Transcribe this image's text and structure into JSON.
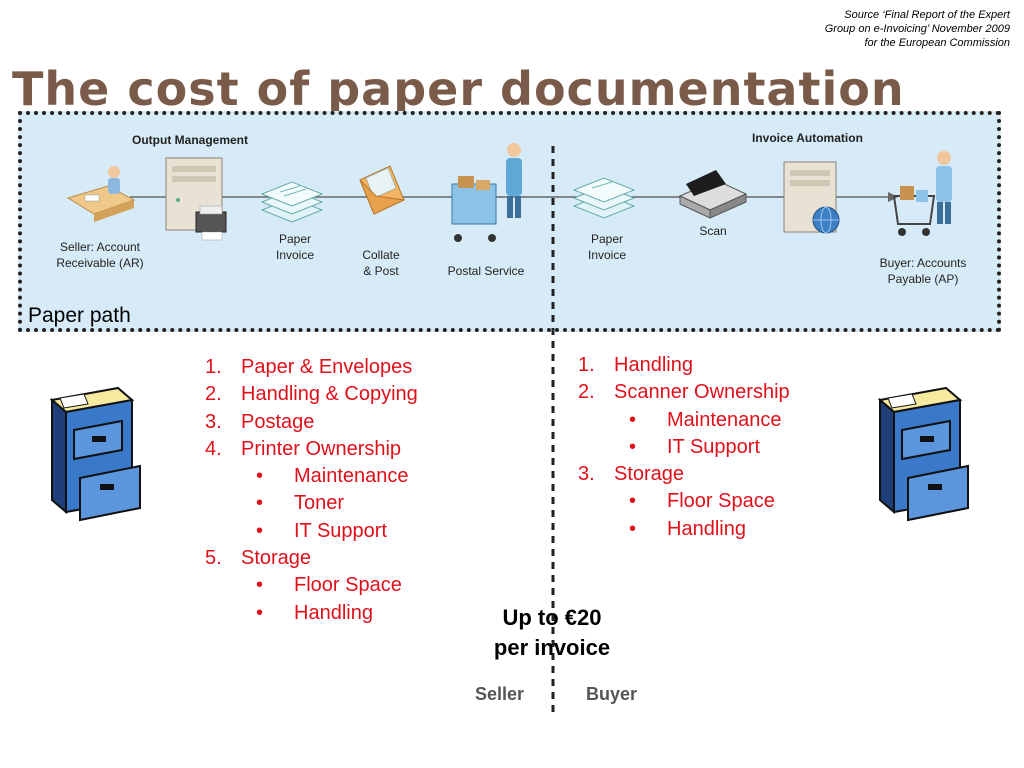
{
  "source": {
    "line1": "Source ‘Final Report of the Expert",
    "line2": "Group on e-Invoicing’ November 2009",
    "line3": "for the European Commission"
  },
  "title": "The cost of paper documentation",
  "diagram": {
    "left_header": "Output Management",
    "right_header": "Invoice Automation",
    "seller": {
      "line1": "Seller: Account",
      "line2": "Receivable (AR)"
    },
    "paper_invoice_left": {
      "line1": "Paper",
      "line2": "Invoice"
    },
    "collate": {
      "line1": "Collate",
      "line2": "& Post"
    },
    "postal": "Postal Service",
    "paper_invoice_right": {
      "line1": "Paper",
      "line2": "Invoice"
    },
    "scan": "Scan",
    "buyer": {
      "line1": "Buyer: Accounts",
      "line2": "Payable (AP)"
    },
    "paper_path": "Paper path"
  },
  "seller_costs": [
    {
      "num": "1.",
      "label": "Paper & Envelopes"
    },
    {
      "num": "2.",
      "label": "Handling & Copying"
    },
    {
      "num": "3.",
      "label": "Postage"
    },
    {
      "num": "4.",
      "label": "Printer Ownership",
      "sub": [
        "Maintenance",
        "Toner",
        "IT Support"
      ]
    },
    {
      "num": "5.",
      "label": "Storage",
      "sub": [
        "Floor Space",
        "Handling"
      ]
    }
  ],
  "buyer_costs": [
    {
      "num": "1.",
      "label": "Handling"
    },
    {
      "num": "2.",
      "label": "Scanner Ownership",
      "sub": [
        "Maintenance",
        "IT Support"
      ]
    },
    {
      "num": "3.",
      "label": "Storage",
      "sub": [
        "Floor Space",
        "Handling"
      ]
    }
  ],
  "bullet": "•",
  "total": {
    "line1": "Up to €20",
    "line2": "per invoice"
  },
  "seller_label": "Seller",
  "buyer_label": "Buyer",
  "colors": {
    "title": "#7a5b4a",
    "cost_text": "#e0101a",
    "panel": "#d6ebf7",
    "cabinet": "#3a78c9"
  }
}
